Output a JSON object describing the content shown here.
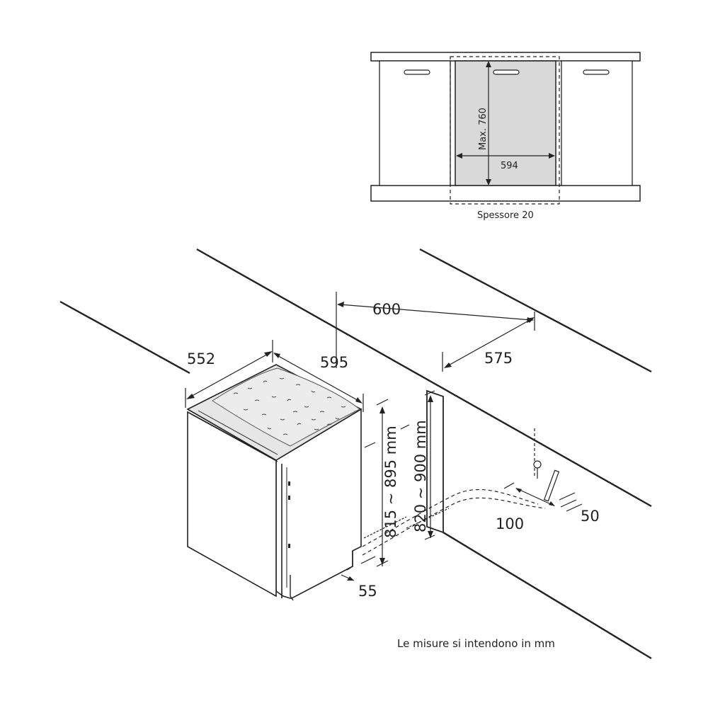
{
  "panel": {
    "max_height": "Max. 760",
    "width": "594",
    "thickness": "Spessore 20"
  },
  "dims": {
    "depth_552": "552",
    "width_595": "595",
    "niche_width_600": "600",
    "niche_depth_575": "575",
    "height_815_895": "815 ~ 895 mm",
    "height_820_900": "820 ~ 900 mm",
    "plinth_55": "55",
    "pipe_100": "100",
    "pipe_50": "50"
  },
  "footnote": "Le misure si intendono in mm",
  "colors": {
    "line": "#222222",
    "panel_fill": "#d9d9d9",
    "top_fill": "#e6e6e6"
  }
}
